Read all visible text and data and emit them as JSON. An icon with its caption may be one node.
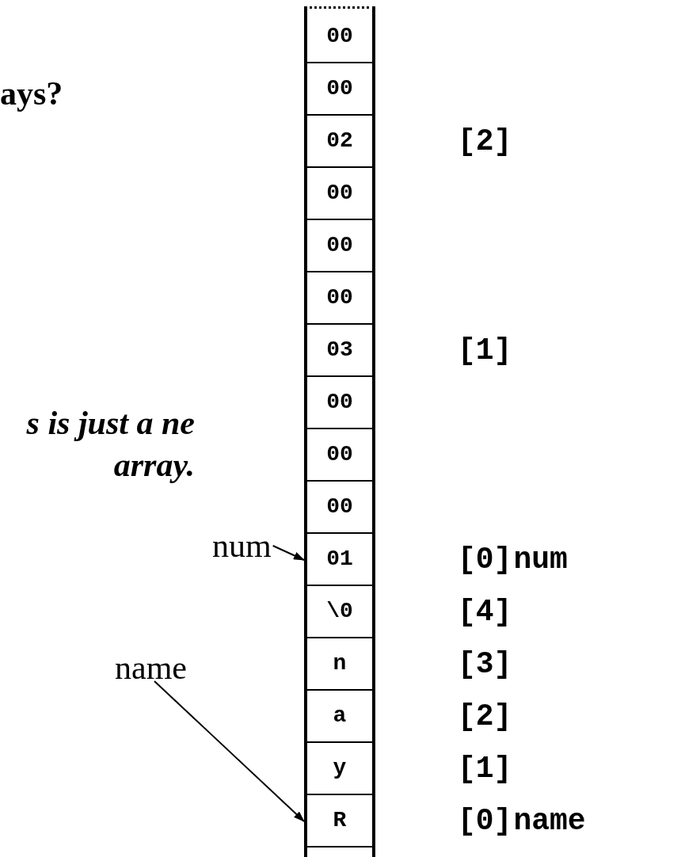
{
  "diagram": {
    "nodes": [
      {
        "text": [
          "00"
        ]
      },
      {
        "text": [
          "00"
        ]
      },
      {
        "text": [
          "02"
        ],
        "beside": [
          "[2]"
        ]
      },
      {
        "text": [
          "00"
        ]
      },
      {
        "text": [
          "00"
        ]
      },
      {
        "text": [
          "00"
        ]
      },
      {
        "text": [
          "03"
        ],
        "beside": [
          "[1]"
        ]
      },
      {
        "text": [
          "00"
        ]
      },
      {
        "text": [
          "00"
        ]
      },
      {
        "text": [
          "00"
        ]
      },
      {
        "text": [
          "01"
        ],
        "beside": [
          "[0]",
          "num"
        ]
      },
      {
        "text": [
          "\\0"
        ],
        "beside": [
          "[4]"
        ]
      },
      {
        "text": [
          "n"
        ],
        "beside": [
          "[3]"
        ]
      },
      {
        "text": [
          "a"
        ],
        "beside": [
          "[2]"
        ]
      },
      {
        "text": [
          "y"
        ],
        "beside": [
          "[1]"
        ]
      },
      {
        "text": [
          "R"
        ],
        "beside": [
          "[0]",
          "name"
        ]
      },
      {
        "text": [
          "num"
        ]
      },
      {
        "text": [
          "name"
        ]
      }
    ],
    "edges": [
      {
        "from": 16,
        "to": 10,
        "arrow": "to"
      },
      {
        "from": 17,
        "to": 15,
        "arrow": "to"
      }
    ],
    "labels": [
      "ays?",
      "s is just a ne array."
    ]
  }
}
